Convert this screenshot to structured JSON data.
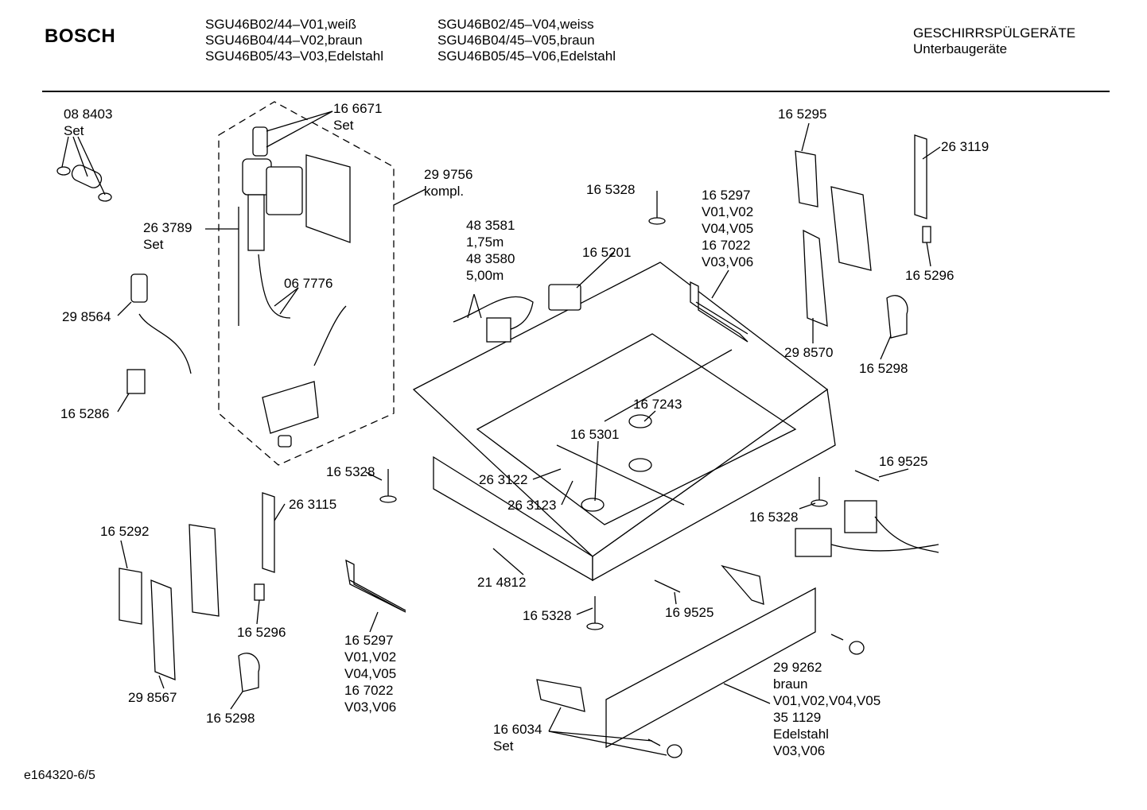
{
  "header": {
    "brand": "BOSCH",
    "models_col1": [
      "SGU46B02/44–V01,weiß",
      "SGU46B04/44–V02,braun",
      "SGU46B05/43–V03,Edelstahl"
    ],
    "models_col2": [
      "SGU46B02/45–V04,weiss",
      "SGU46B04/45–V05,braun",
      "SGU46B05/45–V06,Edelstahl"
    ],
    "category": "GESCHIRRSPÜLGERÄTE",
    "subcategory": "Unterbaugeräte"
  },
  "labels": [
    {
      "id": "l1",
      "lines": [
        "08 8403",
        "Set"
      ]
    },
    {
      "id": "l2",
      "lines": [
        "16 6671",
        "Set"
      ]
    },
    {
      "id": "l3",
      "lines": [
        "29 9756",
        "kompl."
      ]
    },
    {
      "id": "l4",
      "lines": [
        "26 3789",
        "Set"
      ]
    },
    {
      "id": "l5",
      "lines": [
        "29 8564"
      ]
    },
    {
      "id": "l6",
      "lines": [
        "06 7776"
      ]
    },
    {
      "id": "l7",
      "lines": [
        "16 5286"
      ]
    },
    {
      "id": "l8",
      "lines": [
        "48 3581",
        "1,75m",
        "48 3580",
        "5,00m"
      ]
    },
    {
      "id": "l9",
      "lines": [
        "16 5201"
      ]
    },
    {
      "id": "l10",
      "lines": [
        "16 5328"
      ]
    },
    {
      "id": "l11",
      "lines": [
        "16 5297",
        "V01,V02",
        "V04,V05",
        "16 7022",
        "V03,V06"
      ]
    },
    {
      "id": "l12",
      "lines": [
        "16 5295"
      ]
    },
    {
      "id": "l13",
      "lines": [
        "26 3119"
      ]
    },
    {
      "id": "l14",
      "lines": [
        "16 5296"
      ]
    },
    {
      "id": "l15",
      "lines": [
        "29 8570"
      ]
    },
    {
      "id": "l16",
      "lines": [
        "16 5298"
      ]
    },
    {
      "id": "l17",
      "lines": [
        "16 7243"
      ]
    },
    {
      "id": "l18",
      "lines": [
        "16 5301"
      ]
    },
    {
      "id": "l19",
      "lines": [
        "26 3122"
      ]
    },
    {
      "id": "l20",
      "lines": [
        "26 3123"
      ]
    },
    {
      "id": "l21",
      "lines": [
        "16 5328"
      ]
    },
    {
      "id": "l22",
      "lines": [
        "16 9525"
      ]
    },
    {
      "id": "l23",
      "lines": [
        "16 5328"
      ]
    },
    {
      "id": "l24",
      "lines": [
        "26 3115"
      ]
    },
    {
      "id": "l25",
      "lines": [
        "16 5292"
      ]
    },
    {
      "id": "l26",
      "lines": [
        "16 5296"
      ]
    },
    {
      "id": "l27",
      "lines": [
        "29 8567"
      ]
    },
    {
      "id": "l28",
      "lines": [
        "16 5298"
      ]
    },
    {
      "id": "l29",
      "lines": [
        "16 5297",
        "V01,V02",
        "V04,V05",
        "16 7022",
        "V03,V06"
      ]
    },
    {
      "id": "l30",
      "lines": [
        "21 4812"
      ]
    },
    {
      "id": "l31",
      "lines": [
        "16 5328"
      ]
    },
    {
      "id": "l32",
      "lines": [
        "16 9525"
      ]
    },
    {
      "id": "l33",
      "lines": [
        "29 9262",
        "braun",
        "V01,V02,V04,V05",
        "35 1129",
        "Edelstahl",
        "V03,V06"
      ]
    },
    {
      "id": "l34",
      "lines": [
        "16 6034",
        "Set"
      ]
    }
  ],
  "footer": {
    "code": "e164320-6/5"
  }
}
